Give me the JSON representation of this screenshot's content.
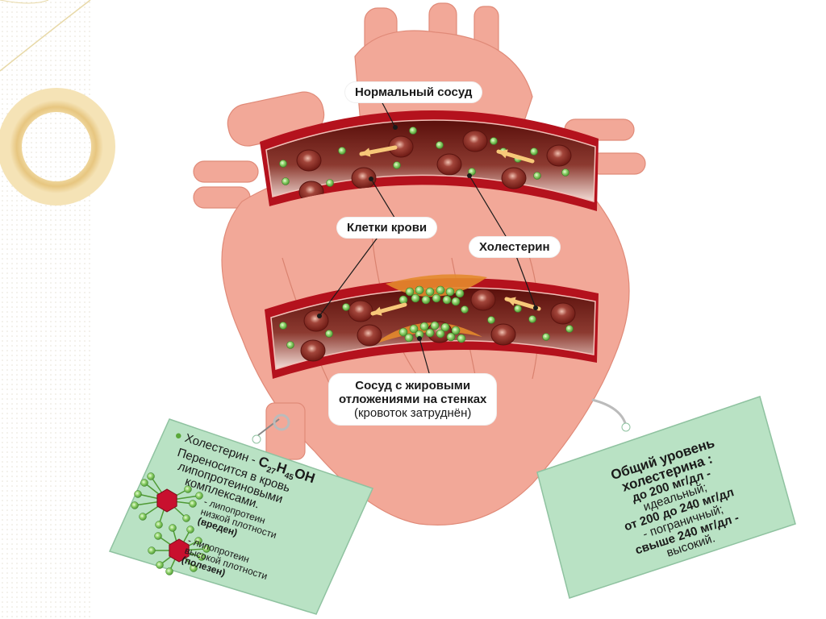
{
  "labels": {
    "normal_vessel": "Нормальный сосуд",
    "blood_cells": "Клетки крови",
    "cholesterol": "Холестерин",
    "fatty_vessel_line1": "Сосуд с жировыми",
    "fatty_vessel_line2": "отложениями на стенках",
    "fatty_vessel_line3": "(кровоток затруднён)"
  },
  "left_card": {
    "line1_prefix": "Холестерин - ",
    "formula_c": "C",
    "formula_c_sub": "27",
    "formula_h": "H",
    "formula_h_sub": "45",
    "formula_oh": "OH",
    "line2": "Переносится в кровь",
    "line3": "липопротеиновыми",
    "line4": "комплексами.",
    "ldl_line1": "- липопротеин",
    "ldl_line2": "низкой плотности",
    "ldl_line3": "(вреден)",
    "hdl_line1": "- липопротеин",
    "hdl_line2": "высокой плотности",
    "hdl_line3": "(полезен)"
  },
  "right_card": {
    "line1": "Общий уровень",
    "line2": "холестерина :",
    "line3": "до 200 мг/дл -",
    "line4": "идеальный;",
    "line5": "от 200 до 240 мг/дл",
    "line6": "- пограничный;",
    "line7": "свыше 240 мг/дл -",
    "line8": "высокий."
  },
  "colors": {
    "heart": "#f2a898",
    "vessel_wall": "#b4121d",
    "vessel_inner": "#6e1410",
    "cell": "#8a2a22",
    "cholesterol": "#8fd16a",
    "plaque": "#e38a2c",
    "card": "#b9e2c4",
    "arrow": "#f7c879",
    "lipoprotein_core": "#c8102e"
  }
}
